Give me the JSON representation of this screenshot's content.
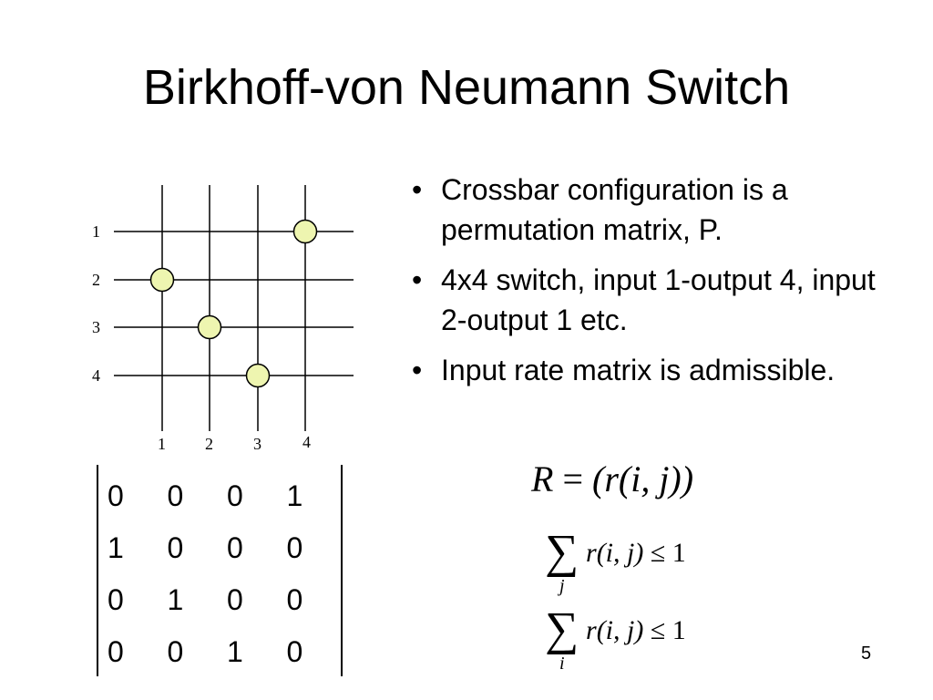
{
  "slide": {
    "title": "Birkhoff-von Neumann Switch",
    "bullets": [
      "Crossbar configuration is a permutation matrix, P.",
      "4x4 switch, input 1-output 4, input 2-output 1 etc.",
      "Input rate matrix is admissible."
    ],
    "bullet_symbol": "•",
    "page_number": "5"
  },
  "crossbar": {
    "row_labels": [
      "1",
      "2",
      "3",
      "4"
    ],
    "col_labels": [
      "1",
      "2",
      "3",
      "4"
    ],
    "crosspoint_color": "#eef5b0",
    "connections": [
      {
        "input": 1,
        "output": 4
      },
      {
        "input": 2,
        "output": 1
      },
      {
        "input": 3,
        "output": 2
      },
      {
        "input": 4,
        "output": 3
      }
    ]
  },
  "matrix": {
    "rows": [
      [
        "0",
        "0",
        "0",
        "1"
      ],
      [
        "1",
        "0",
        "0",
        "0"
      ],
      [
        "0",
        "1",
        "0",
        "0"
      ],
      [
        "0",
        "0",
        "1",
        "0"
      ]
    ]
  },
  "equations": {
    "main_lhs": "R",
    "main_eq": " = ",
    "main_rhs": "(r(i, j))",
    "sum_symbol": "∑",
    "sum1_index": "j",
    "sum2_index": "i",
    "sum_func": "r",
    "sum_args": "(i, j)",
    "sum_rel": " ≤ 1"
  }
}
